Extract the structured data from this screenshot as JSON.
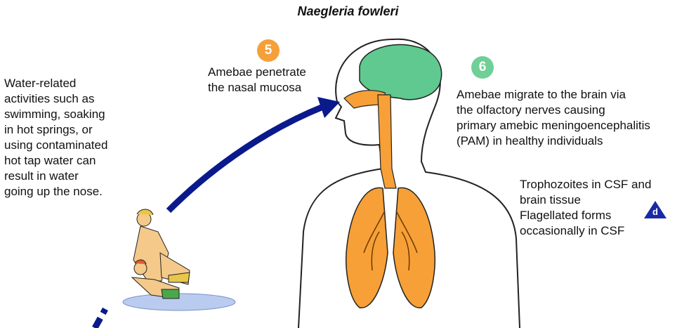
{
  "title": "Naegleria fowleri",
  "step5": {
    "number": "5",
    "text": "Amebae penetrate\nthe nasal mucosa"
  },
  "step6": {
    "number": "6",
    "text": "Amebae migrate to the brain via\nthe olfactory nerves causing\nprimary amebic meningoencephalitis\n(PAM) in healthy individuals"
  },
  "water_text": "Water-related\nactivities such as\nswimming, soaking\nin hot springs, or\nusing contaminated\nhot tap water can\nresult in water\ngoing up the nose.",
  "diagnostic": {
    "letter": "d",
    "text": "Trophozoites in CSF and\nbrain tissue\nFlagellated forms\noccasionally in CSF"
  },
  "colors": {
    "step5": "#f5a03a",
    "step6": "#6fcf97",
    "arrow": "#0a1a8c",
    "brain": "#5fc98f",
    "airway": "#f7a037",
    "diagnostic": "#1a2aa6"
  },
  "icons": [
    "swimmer-illustration",
    "human-head-torso-outline",
    "brain",
    "lungs",
    "arrow"
  ]
}
